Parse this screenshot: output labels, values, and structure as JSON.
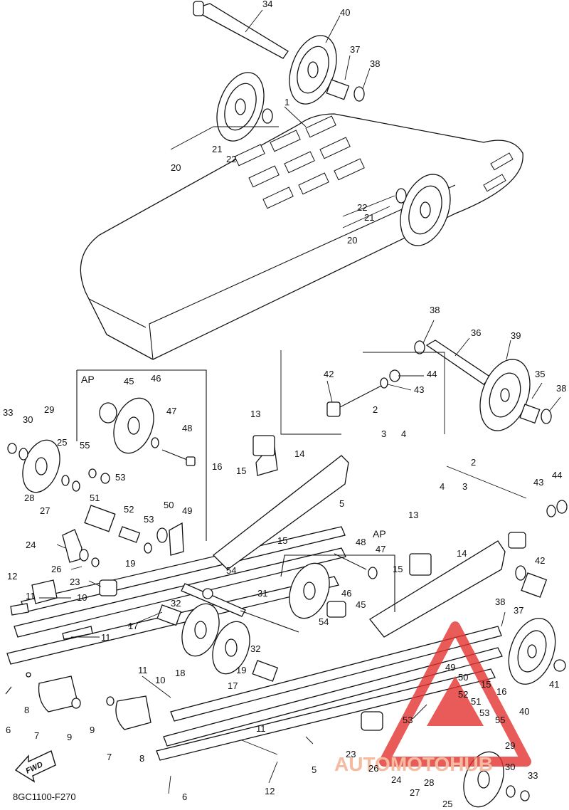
{
  "diagram_code": "8GC1100-F270",
  "fwd_label": "FWD",
  "ap_label_1": "AP",
  "ap_label_2": "AP",
  "watermark_text": "AUTOMOTOHUB",
  "watermark_colors": {
    "text": "#f4a98a",
    "triangle": "#e4332f"
  },
  "callouts": [
    {
      "id": "c34",
      "text": "34"
    },
    {
      "id": "c40a",
      "text": "40"
    },
    {
      "id": "c37a",
      "text": "37"
    },
    {
      "id": "c38a",
      "text": "38"
    },
    {
      "id": "c1",
      "text": "1"
    },
    {
      "id": "c21a",
      "text": "21"
    },
    {
      "id": "c22a",
      "text": "22"
    },
    {
      "id": "c20a",
      "text": "20"
    },
    {
      "id": "c22b",
      "text": "22"
    },
    {
      "id": "c21b",
      "text": "21"
    },
    {
      "id": "c20b",
      "text": "20"
    },
    {
      "id": "c38b",
      "text": "38"
    },
    {
      "id": "c36",
      "text": "36"
    },
    {
      "id": "c39",
      "text": "39"
    },
    {
      "id": "c42a",
      "text": "42"
    },
    {
      "id": "c44a",
      "text": "44"
    },
    {
      "id": "c43a",
      "text": "43"
    },
    {
      "id": "c35",
      "text": "35"
    },
    {
      "id": "c38c",
      "text": "38"
    },
    {
      "id": "c2a",
      "text": "2"
    },
    {
      "id": "c3a",
      "text": "3"
    },
    {
      "id": "c4a",
      "text": "4"
    },
    {
      "id": "c45a",
      "text": "45"
    },
    {
      "id": "c46a",
      "text": "46"
    },
    {
      "id": "c47a",
      "text": "47"
    },
    {
      "id": "c48a",
      "text": "48"
    },
    {
      "id": "c13a",
      "text": "13"
    },
    {
      "id": "c14a",
      "text": "14"
    },
    {
      "id": "c16a",
      "text": "16"
    },
    {
      "id": "c15a",
      "text": "15"
    },
    {
      "id": "c33a",
      "text": "33"
    },
    {
      "id": "c30a",
      "text": "30"
    },
    {
      "id": "c29a",
      "text": "29"
    },
    {
      "id": "c25a",
      "text": "25"
    },
    {
      "id": "c55a",
      "text": "55"
    },
    {
      "id": "c53a",
      "text": "53"
    },
    {
      "id": "c28a",
      "text": "28"
    },
    {
      "id": "c27a",
      "text": "27"
    },
    {
      "id": "c51a",
      "text": "51"
    },
    {
      "id": "c52a",
      "text": "52"
    },
    {
      "id": "c53b",
      "text": "53"
    },
    {
      "id": "c50a",
      "text": "50"
    },
    {
      "id": "c49a",
      "text": "49"
    },
    {
      "id": "c5a",
      "text": "5"
    },
    {
      "id": "c15b",
      "text": "15"
    },
    {
      "id": "c24a",
      "text": "24"
    },
    {
      "id": "c26a",
      "text": "26"
    },
    {
      "id": "c23a",
      "text": "23"
    },
    {
      "id": "c19a",
      "text": "19"
    },
    {
      "id": "c54a",
      "text": "54"
    },
    {
      "id": "c12a",
      "text": "12"
    },
    {
      "id": "c11a",
      "text": "11"
    },
    {
      "id": "c10a",
      "text": "10"
    },
    {
      "id": "c32a",
      "text": "32"
    },
    {
      "id": "c31",
      "text": "31"
    },
    {
      "id": "c17a",
      "text": "17"
    },
    {
      "id": "c11b",
      "text": "11"
    },
    {
      "id": "c2b",
      "text": "2"
    },
    {
      "id": "c4b",
      "text": "4"
    },
    {
      "id": "c3b",
      "text": "3"
    },
    {
      "id": "c43b",
      "text": "43"
    },
    {
      "id": "c44b",
      "text": "44"
    },
    {
      "id": "c13b",
      "text": "13"
    },
    {
      "id": "c48b",
      "text": "48"
    },
    {
      "id": "c47b",
      "text": "47"
    },
    {
      "id": "c14b",
      "text": "14"
    },
    {
      "id": "c42b",
      "text": "42"
    },
    {
      "id": "c15c",
      "text": "15"
    },
    {
      "id": "c38d",
      "text": "38"
    },
    {
      "id": "c37b",
      "text": "37"
    },
    {
      "id": "c46b",
      "text": "46"
    },
    {
      "id": "c45b",
      "text": "45"
    },
    {
      "id": "c54b",
      "text": "54"
    },
    {
      "id": "c32b",
      "text": "32"
    },
    {
      "id": "c18",
      "text": "18"
    },
    {
      "id": "c19b",
      "text": "19"
    },
    {
      "id": "c17b",
      "text": "17"
    },
    {
      "id": "c49b",
      "text": "49"
    },
    {
      "id": "c50b",
      "text": "50"
    },
    {
      "id": "c52b",
      "text": "52"
    },
    {
      "id": "c51b",
      "text": "51"
    },
    {
      "id": "c15d",
      "text": "15"
    },
    {
      "id": "c16b",
      "text": "16"
    },
    {
      "id": "c40b",
      "text": "40"
    },
    {
      "id": "c41",
      "text": "41"
    },
    {
      "id": "c53c",
      "text": "53"
    },
    {
      "id": "c55b",
      "text": "55"
    },
    {
      "id": "c29b",
      "text": "29"
    },
    {
      "id": "c30b",
      "text": "30"
    },
    {
      "id": "c33b",
      "text": "33"
    },
    {
      "id": "c11c",
      "text": "11"
    },
    {
      "id": "c10b",
      "text": "10"
    },
    {
      "id": "c11d",
      "text": "11"
    },
    {
      "id": "c8a",
      "text": "8"
    },
    {
      "id": "c6a",
      "text": "6"
    },
    {
      "id": "c7a",
      "text": "7"
    },
    {
      "id": "c9a",
      "text": "9"
    },
    {
      "id": "c9b",
      "text": "9"
    },
    {
      "id": "c7b",
      "text": "7"
    },
    {
      "id": "c8b",
      "text": "8"
    },
    {
      "id": "c23b",
      "text": "23"
    },
    {
      "id": "c26b",
      "text": "26"
    },
    {
      "id": "c24b",
      "text": "24"
    },
    {
      "id": "c28b",
      "text": "28"
    },
    {
      "id": "c27b",
      "text": "27"
    },
    {
      "id": "c5b",
      "text": "5"
    },
    {
      "id": "c12b",
      "text": "12"
    },
    {
      "id": "c6b",
      "text": "6"
    },
    {
      "id": "c25b",
      "text": "25"
    },
    {
      "id": "c53d",
      "text": "53"
    }
  ]
}
